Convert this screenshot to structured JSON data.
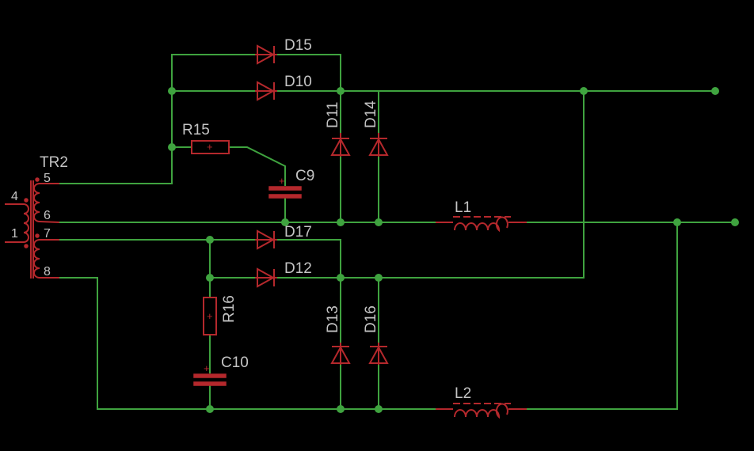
{
  "colors": {
    "background": "#000000",
    "wire": "#3fa33f",
    "component": "#b4282c",
    "label": "#c4c4c4"
  },
  "transformer": {
    "name": "TR2",
    "pins": {
      "p1": "1",
      "p4": "4",
      "p5": "5",
      "p6": "6",
      "p7": "7",
      "p8": "8"
    }
  },
  "diodes": {
    "d10": "D10",
    "d11": "D11",
    "d12": "D12",
    "d13": "D13",
    "d14": "D14",
    "d15": "D15",
    "d16": "D16",
    "d17": "D17"
  },
  "resistors": {
    "r15": "R15",
    "r16": "R16",
    "marker": "+"
  },
  "capacitors": {
    "c9": "C9",
    "c10": "C10",
    "marker": "+"
  },
  "inductors": {
    "l1": "L1",
    "l2": "L2"
  }
}
